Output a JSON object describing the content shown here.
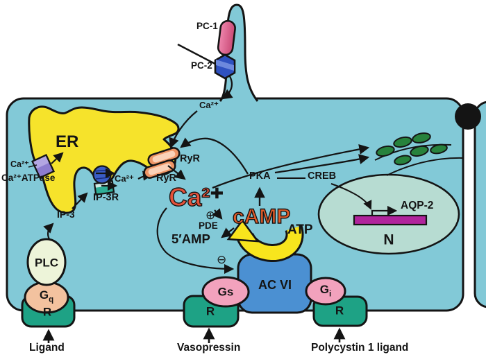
{
  "cilium": {
    "pc1": "PC-1",
    "pc2": "PC-2",
    "ca_influx": "Ca²⁺"
  },
  "er": {
    "title": "ER",
    "ca_pump_ion": "Ca²⁺",
    "pump": "Ca²⁺ATPase",
    "ip3": "IP-3",
    "ip3r": "IP-3R",
    "ca_release": "Ca²⁺",
    "ryr_top": "RyR",
    "ryr_bottom": "RyR"
  },
  "cytoplasm": {
    "ca": "Ca²⁺",
    "camp": "cAMP",
    "pde": "PDE",
    "amp5": "5′AMP",
    "atp": "ATP",
    "pka": "PKA",
    "creb": "CREB",
    "stimulate": "⊕",
    "inhibit": "⊖"
  },
  "nucleus": {
    "n": "N",
    "gene": "AQP-2"
  },
  "membrane": {
    "ac": "AC VI",
    "gs": "Gs",
    "gi": {
      "base": "G",
      "sub": "i"
    },
    "gq": {
      "base": "G",
      "sub": "q"
    },
    "plc": "PLC",
    "receptor_left": "R",
    "receptor_mid": "R",
    "receptor_right": "R"
  },
  "ligands": {
    "left": "Ligand",
    "mid": "Vasopressin",
    "right": "Polycystin 1 ligand"
  },
  "colors": {
    "cell": "#82c9d7",
    "outline": "#141414",
    "er": "#f6e32b",
    "nucleus": "#b7dcd2",
    "gene_bar": "#b0249c",
    "vesicle": "#27823c",
    "pc1_light": "#ef86ad",
    "pc1_dark": "#c94a76",
    "pc2": "#2e51c0",
    "pc2_light": "#6d89dd",
    "ryr": "#ef9565",
    "ryr_core": "#fbd2b8",
    "pump": "#8d7ccf",
    "pump_light": "#b3a6e2",
    "ip3r_sphere": "#3a5dc6",
    "ip3r_box": "#2fae96",
    "ip3r_box_light": "#cfe9e2",
    "plc": "#edf4d9",
    "gq": "#f3c29f",
    "g_pink": "#f2a2bd",
    "receptor": "#1ea285",
    "ac": "#4b90d2",
    "ca_text": "#e5523a",
    "camp_text": "#e35b28",
    "atp_arrow": "#f8e51d"
  }
}
